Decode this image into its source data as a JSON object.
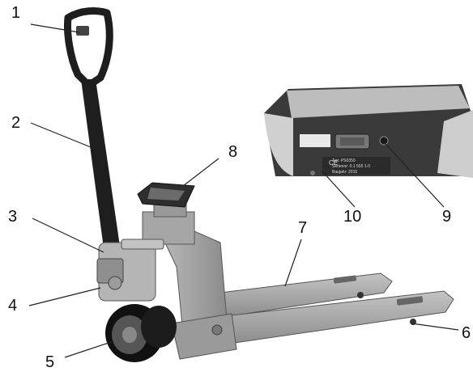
{
  "callouts": [
    {
      "id": "1",
      "label": "1"
    },
    {
      "id": "2",
      "label": "2"
    },
    {
      "id": "3",
      "label": "3"
    },
    {
      "id": "4",
      "label": "4"
    },
    {
      "id": "5",
      "label": "5"
    },
    {
      "id": "6",
      "label": "6"
    },
    {
      "id": "7",
      "label": "7"
    },
    {
      "id": "8",
      "label": "8"
    },
    {
      "id": "9",
      "label": "9"
    },
    {
      "id": "10",
      "label": "10"
    }
  ],
  "rating_plate": {
    "line1": "Typ: PS0350",
    "line2": "Seriennr: 0.1 555 1-0",
    "line3": "Baujahr: 2015"
  },
  "colors": {
    "frame": "#a9a9a9",
    "handle": "#1e1e1e",
    "wheel": "#111111",
    "indicator_body": "#3a3a3a",
    "leader": "#222222"
  }
}
